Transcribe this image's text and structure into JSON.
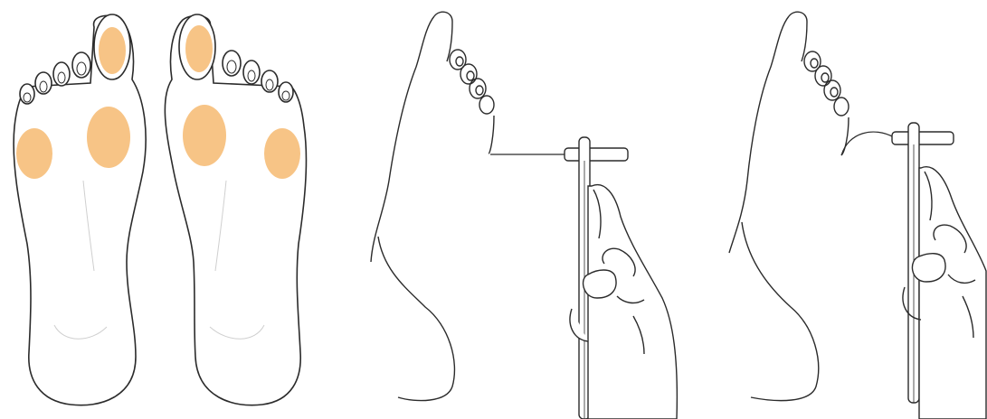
{
  "figure": {
    "panels": [
      {
        "name": "plantar-test-sites",
        "content": "left-and-right-foot-soles"
      },
      {
        "name": "monofilament-applied-straight",
        "content": "foot-and-hand-with-monofilament"
      },
      {
        "name": "monofilament-applied-bent",
        "content": "foot-and-hand-with-bent-monofilament"
      }
    ],
    "test_sites_per_foot": 3,
    "colors": {
      "site_fill": "#f6bf7c",
      "line": "#2b2b2b",
      "skin": "#ffffff",
      "shadow": "#e6e6e6"
    }
  }
}
